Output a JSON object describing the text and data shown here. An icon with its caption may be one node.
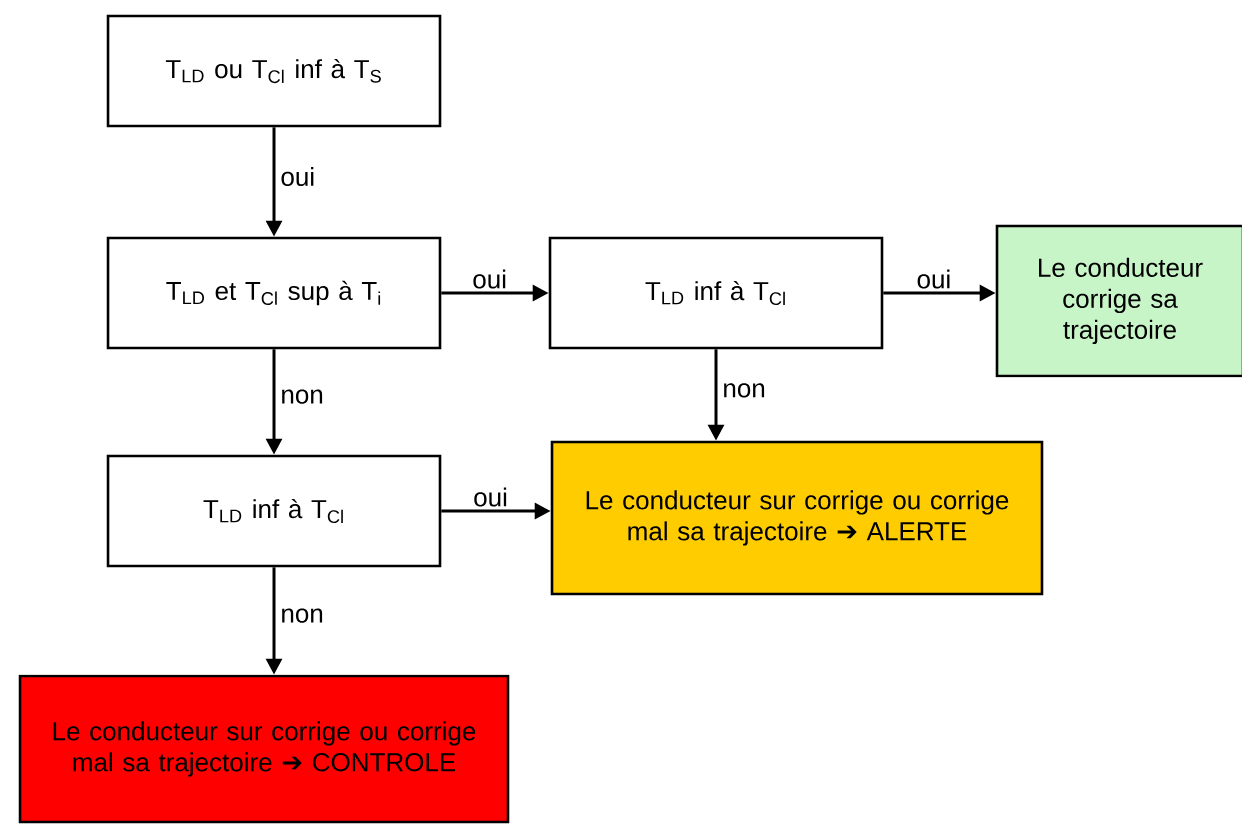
{
  "diagram": {
    "nodes": [
      {
        "text": [
          "T$_{LD}$ ou T$_{Cl}$ inf à T$_{S}$"
        ]
      },
      {
        "text": [
          "T$_{LD}$ et T$_{Cl}$ sup à T$_{i}$"
        ]
      },
      {
        "text": [
          "T$_{LD}$ inf à  T$_{Cl}$"
        ]
      },
      {
        "text": [
          "Le conducteur corrige sa trajectoire"
        ]
      },
      {
        "text": [
          "T$_{LD}$ inf à  T$_{Cl}$"
        ]
      },
      {
        "text": [
          "Le conducteur sur corrige ou corrige mal sa trajectoire ➔ ALERTE"
        ]
      },
      {
        "text": [
          "Le conducteur sur corrige ou corrige mal sa trajectoire ➔ CONTROLE"
        ]
      }
    ],
    "edges": [
      {
        "from": 0,
        "to": 1,
        "arrow": "to",
        "label": "oui"
      },
      {
        "from": 1,
        "to": 2,
        "arrow": "to",
        "label": "oui"
      },
      {
        "from": 2,
        "to": 3,
        "arrow": "to",
        "label": "oui"
      },
      {
        "from": 1,
        "to": 4,
        "arrow": "to",
        "label": "non"
      },
      {
        "from": 2,
        "to": 5,
        "arrow": "to",
        "label": "non"
      },
      {
        "from": 4,
        "to": 5,
        "arrow": "to",
        "label": "oui"
      },
      {
        "from": 4,
        "to": 6,
        "arrow": "to",
        "label": "non"
      }
    ]
  }
}
